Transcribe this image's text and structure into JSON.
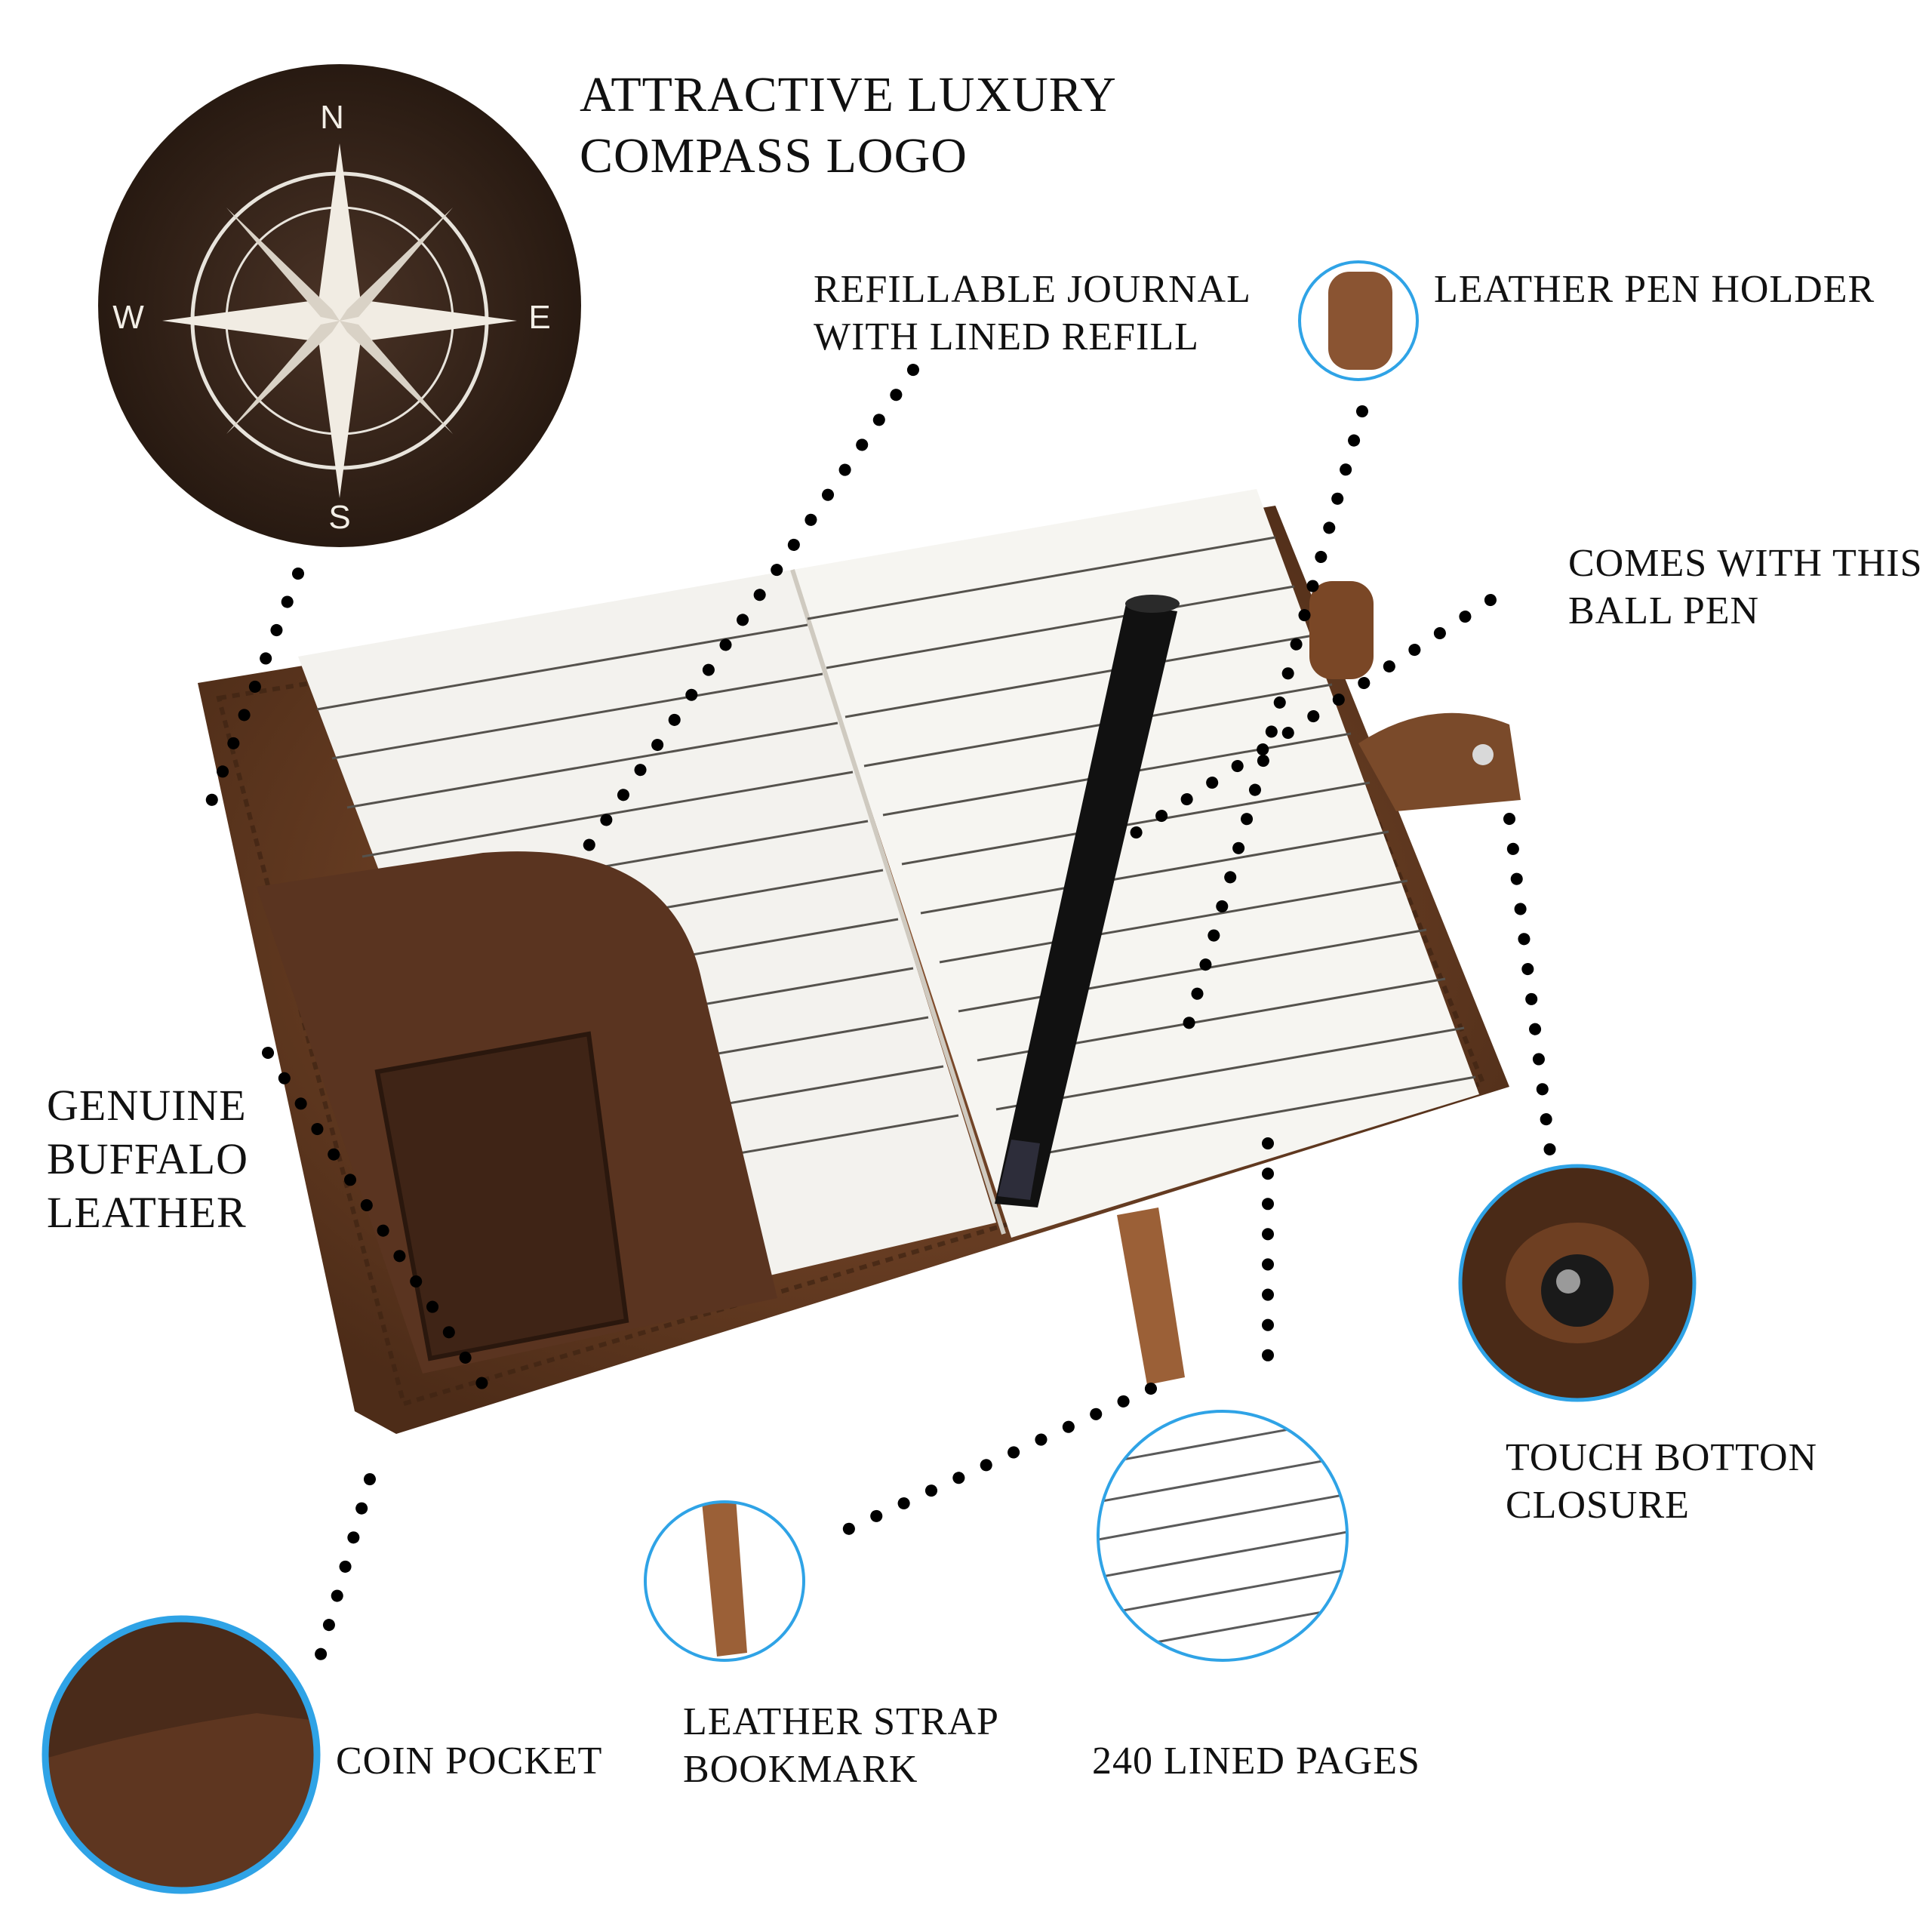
{
  "labels": {
    "compass_logo": [
      "ATTRACTIVE LUXURY",
      " COMPASS LOGO"
    ],
    "refillable": [
      "REFILLABLE JOURNAL",
      "WITH LINED REFILL"
    ],
    "pen_holder": [
      "LEATHER PEN HOLDER"
    ],
    "ball_pen": [
      "COMES WITH THIS",
      "BALL PEN"
    ],
    "leather": [
      "GENUINE",
      "BUFFALO",
      "LEATHER"
    ],
    "closure": [
      "TOUCH BOTTON",
      "CLOSURE"
    ],
    "coin_pocket": [
      "COIN POCKET"
    ],
    "bookmark": [
      "LEATHER STRAP",
      "BOOKMARK"
    ],
    "pages": [
      "240 LINED PAGES"
    ]
  },
  "compass_letters": {
    "north": "N",
    "south": "S",
    "east": "E",
    "west": "W"
  },
  "colors": {
    "leather": "#6b3d22",
    "leather_dark": "#3a2418",
    "paper": "#f4f3ef",
    "ring": "#2fa3e6",
    "pen": "#111111"
  }
}
